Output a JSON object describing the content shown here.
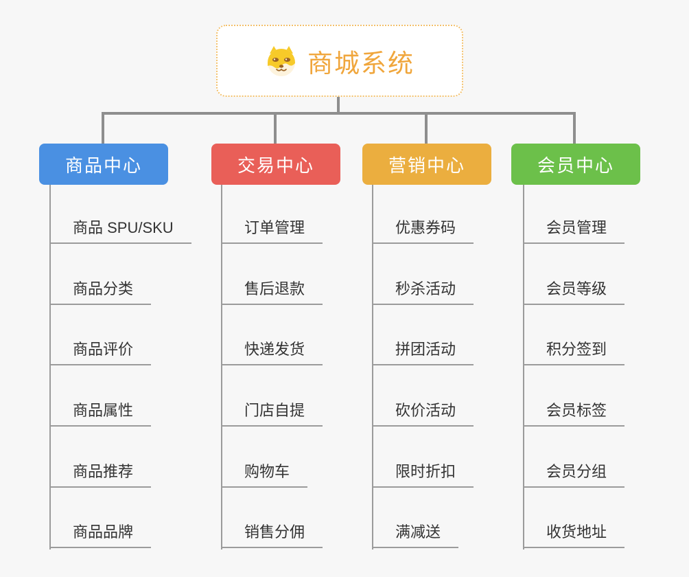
{
  "root": {
    "title": "商城系统",
    "icon": "shiba-dog-icon"
  },
  "colors": {
    "background": "#f7f7f7",
    "connector": "#8e8e8e",
    "leaf_line": "#9b9b9b",
    "root_border": "#f3c06a",
    "root_text": "#f0a63c",
    "branch_blue": "#4a90e2",
    "branch_red": "#e95f58",
    "branch_orange": "#ebae3f",
    "branch_green": "#6cc04a"
  },
  "branches": [
    {
      "title": "商品中心",
      "color": "#4a90e2",
      "items": [
        "商品 SPU/SKU",
        "商品分类",
        "商品评价",
        "商品属性",
        "商品推荐",
        "商品品牌"
      ]
    },
    {
      "title": "交易中心",
      "color": "#e95f58",
      "items": [
        "订单管理",
        "售后退款",
        "快递发货",
        "门店自提",
        "购物车",
        "销售分佣"
      ]
    },
    {
      "title": "营销中心",
      "color": "#ebae3f",
      "items": [
        "优惠券码",
        "秒杀活动",
        "拼团活动",
        "砍价活动",
        "限时折扣",
        "满减送"
      ]
    },
    {
      "title": "会员中心",
      "color": "#6cc04a",
      "items": [
        "会员管理",
        "会员等级",
        "积分签到",
        "会员标签",
        "会员分组",
        "收货地址"
      ]
    }
  ]
}
